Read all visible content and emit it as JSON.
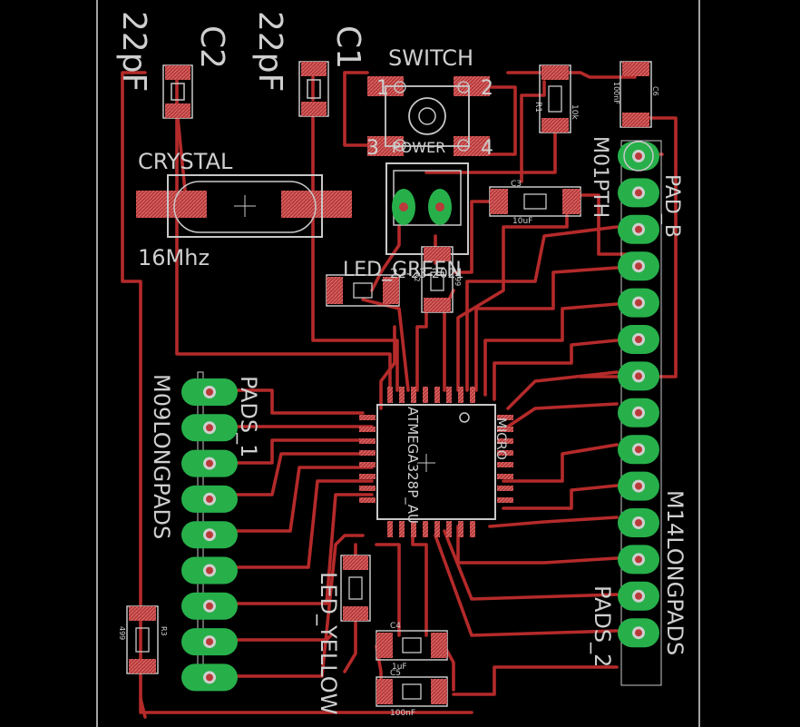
{
  "colors": {
    "background": "#000000",
    "trace": "#b52a2a",
    "pad_red": "#b93a3a",
    "pad_green": "#27b04a",
    "silkscreen": "#cfcfcf"
  },
  "labels": {
    "c2": "C2",
    "c2_value": "22pF",
    "c1": "C1",
    "c1_value": "22pF",
    "switch": "SWITCH",
    "sw_pin1": "1",
    "sw_pin2": "2",
    "sw_pin3": "3",
    "sw_pin4": "4",
    "sw_power": "POWER",
    "crystal": "CRYSTAL",
    "crystal_value": "16Mhz",
    "r1": "R1",
    "r1_value": "10k",
    "c6_value": "100nF",
    "c6": "C6",
    "c3": "C3",
    "c3_value": "10uF",
    "m01pth": "M01PTH",
    "pad_b": "PAD_B",
    "led_green": "LED_GREEN",
    "led_green_part": "22-23-2021",
    "r2": "R2",
    "r2_value": "499",
    "m09longpads": "M09LONGPADS",
    "pads_1": "PADS_1",
    "micro": "MICRO",
    "atmega": "ATMEGA328P_AU",
    "m14longpads": "M14LONGPADS",
    "pads_2": "PADS_2",
    "led_yellow": "LED_YELLOW",
    "r3": "R3",
    "r3_value": "499",
    "c4": "C4",
    "c4_value": "1uF",
    "c5": "C5",
    "c5_value": "100nF"
  },
  "headers": {
    "left_pin_count": 9,
    "right_pin_count": 14
  }
}
